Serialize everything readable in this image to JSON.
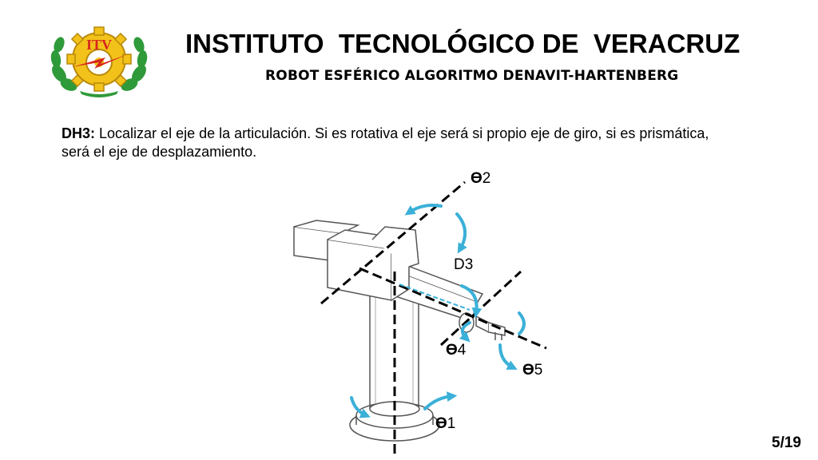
{
  "header": {
    "title": "INSTITUTO  TECNOLÓGICO DE  VERACRUZ",
    "subtitle": "ROBOT ESFÉRICO ALGORITMO DENAVIT-HARTENBERG"
  },
  "logo": {
    "text": "ITV",
    "icon": "gear-laurel-emblem-icon",
    "colors": {
      "gear": "#f2c21a",
      "laurel": "#2f9a3a",
      "bolt": "#d7261e"
    }
  },
  "content": {
    "step_label": "DH3:",
    "step_text": " Localizar el eje de la articulación. Si es rotativa el eje será si propio eje de giro, si es prismática, será el eje de desplazamiento."
  },
  "diagram": {
    "labels": {
      "theta2_symbol": "ϴ",
      "theta2_index": "2",
      "d3": "D3",
      "theta4_symbol": "ϴ",
      "theta4_index": "4",
      "theta5_symbol": "ϴ",
      "theta5_index": "5",
      "theta1_symbol": "ϴ",
      "theta1_index": "1"
    },
    "colors": {
      "arrow": "#3bb0d8",
      "axis": "#000000",
      "structure": "#555555"
    }
  },
  "footer": {
    "page": "5/19"
  }
}
